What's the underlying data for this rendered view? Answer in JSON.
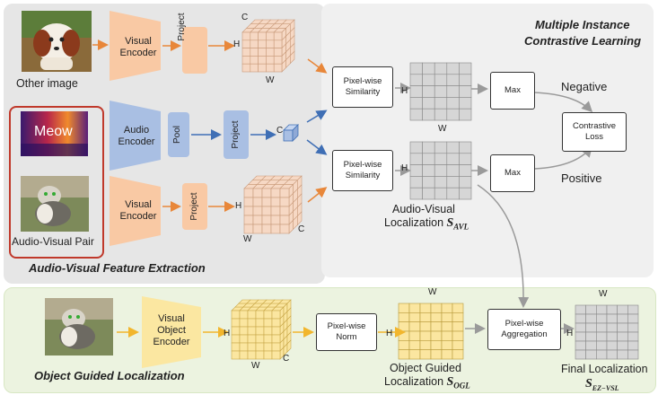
{
  "diagram": {
    "panels": {
      "feature_extraction": "Audio-Visual Feature Extraction",
      "mil_title_line1": "Multiple Instance",
      "mil_title_line2": "Contrastive Learning",
      "object_guided": "Object Guided Localization"
    },
    "images": {
      "other_image": "Other image",
      "spectrogram_text": "Meow",
      "pair_label": "Audio-Visual Pair"
    },
    "blocks": {
      "visual_encoder": "Visual\nEncoder",
      "audio_encoder": "Audio\nEncoder",
      "pool": "Pool",
      "project": "Project",
      "pixelwise_similarity": "Pixel-wise\nSimilarity",
      "max": "Max",
      "contrastive_loss": "Contrastive\nLoss",
      "visual_object_encoder": "Visual\nObject\nEncoder",
      "pixelwise_norm": "Pixel-wise\nNorm",
      "pixelwise_aggregation": "Pixel-wise\nAggregation"
    },
    "edges": {
      "negative": "Negative",
      "positive": "Positive"
    },
    "dims": {
      "c": "C",
      "h": "H",
      "w": "W"
    },
    "maps": {
      "avl_line1": "Audio-Visual",
      "avl_line2": "Localization",
      "avl_symbol": "S",
      "avl_sub": "AVL",
      "ogl_line1": "Object Guided",
      "ogl_line2": "Localization",
      "ogl_symbol": "S",
      "ogl_sub": "OGL",
      "final_line1": "Final Localization",
      "final_symbol": "S",
      "final_sub": "EZ−VSL"
    },
    "colors": {
      "orange_block": "#f9c9a4",
      "blue_block": "#a9bfe3",
      "yellow_block": "#fbe7a1",
      "cube_face": "#f6d8c4",
      "ogl_face": "#fbe6a0",
      "gray_map": "#d6d6d6",
      "orange_arrow": "#e8873a",
      "blue_arrow": "#3f6fb5",
      "gray_arrow": "#9a9a9a",
      "pair_frame": "#c0392b"
    }
  }
}
